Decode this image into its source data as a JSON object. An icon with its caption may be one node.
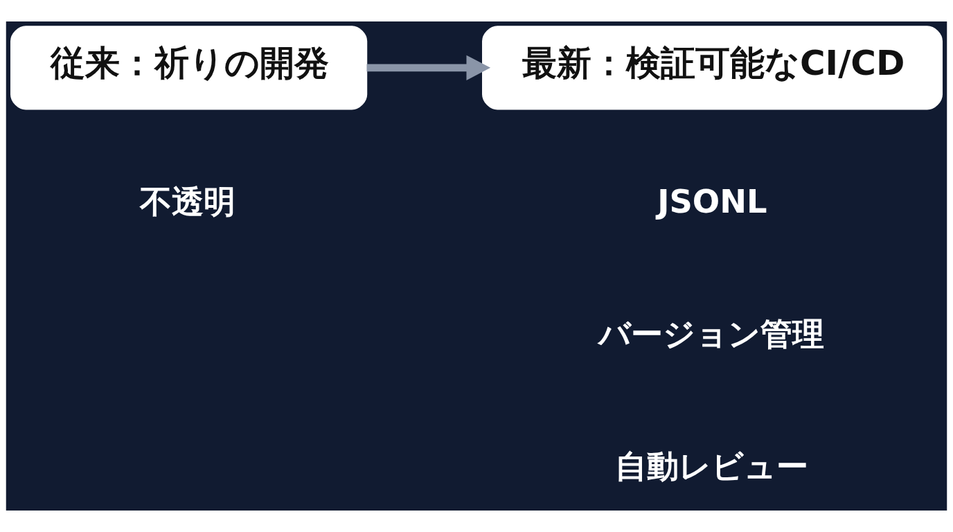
{
  "diagram": {
    "nodes": [
      {
        "text": [
          "従来：祈りの開発"
        ]
      },
      {
        "text": [
          "不透明"
        ]
      },
      {
        "text": [
          "最新：検証可能なCI/CD"
        ]
      },
      {
        "text": [
          "JSONL"
        ]
      },
      {
        "text": [
          "バージョン管理"
        ]
      },
      {
        "text": [
          "自動レビュー"
        ]
      }
    ],
    "edges": [
      {
        "from": 0,
        "to": 2,
        "arrow": "to"
      }
    ]
  }
}
